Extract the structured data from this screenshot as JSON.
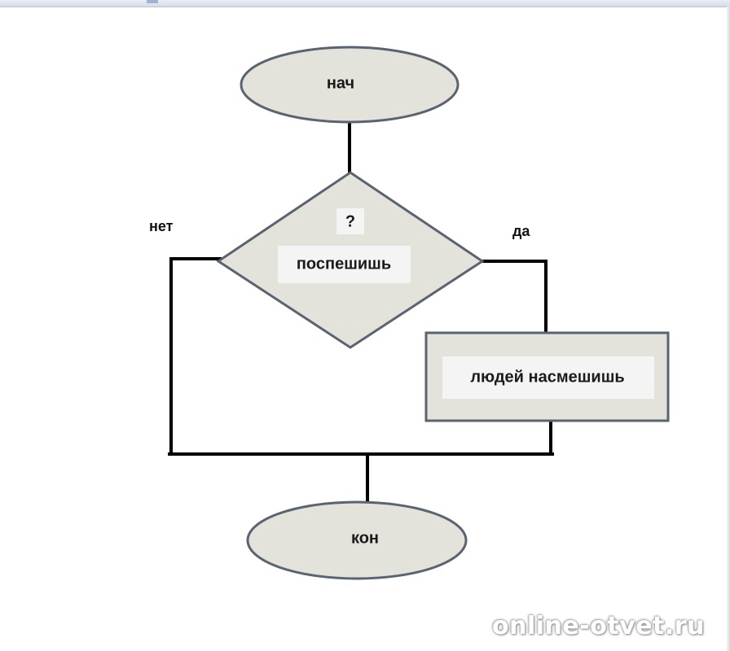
{
  "nodes": {
    "start": "нач",
    "decision_mark": "?",
    "decision": "поспешишь",
    "process": "людей насмешишь",
    "end": "кон"
  },
  "edges": {
    "no_label": "нет",
    "yes_label": "да"
  },
  "watermark": "online-otvet.ru",
  "colors": {
    "shape_fill": "#e4e3db",
    "shape_stroke": "#5a6470",
    "line": "#000000",
    "label_bg": "#f4f4f4"
  }
}
